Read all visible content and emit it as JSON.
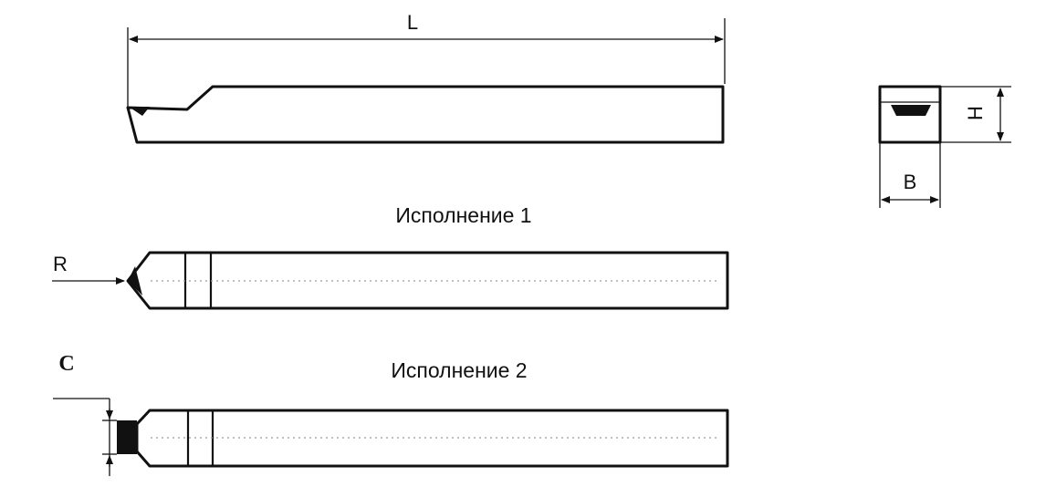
{
  "labels": {
    "length": "L",
    "height": "H",
    "width": "B",
    "variant_1_title": "Исполнение 1",
    "variant_2_title": "Исполнение 2",
    "radius": "R",
    "chamfer": "C"
  },
  "colors": {
    "line": "#111111",
    "hidden_line": "#9a9a9a",
    "background": "#ffffff"
  }
}
